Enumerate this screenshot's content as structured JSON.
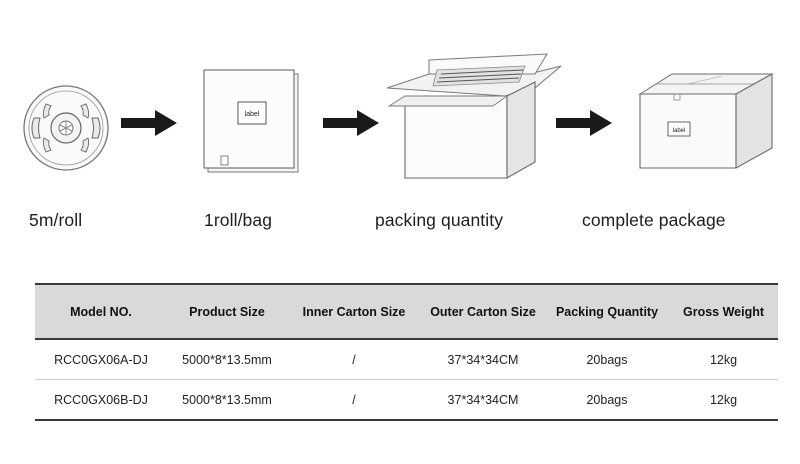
{
  "steps": [
    {
      "caption": "5m/roll",
      "icon": "reel-icon"
    },
    {
      "caption": "1roll/bag",
      "icon": "bag-icon",
      "label": "label"
    },
    {
      "caption": "packing quantity",
      "icon": "open-carton-icon"
    },
    {
      "caption": "complete package",
      "icon": "closed-carton-icon",
      "label": "label"
    }
  ],
  "arrows": [
    "arrow-right-icon",
    "arrow-right-icon",
    "arrow-right-icon"
  ],
  "table": {
    "headers": [
      "Model NO.",
      "Product Size",
      "Inner Carton Size",
      "Outer Carton Size",
      "Packing Quantity",
      "Gross Weight"
    ],
    "rows": [
      [
        "RCC0GX06A-DJ",
        "5000*8*13.5mm",
        "/",
        "37*34*34CM",
        "20bags",
        "12kg"
      ],
      [
        "RCC0GX06B-DJ",
        "5000*8*13.5mm",
        "/",
        "37*34*34CM",
        "20bags",
        "12kg"
      ]
    ]
  },
  "colors": {
    "header_bg": "#d9d9d9",
    "rule": "#3a3a3a",
    "line_art": "#555555"
  }
}
